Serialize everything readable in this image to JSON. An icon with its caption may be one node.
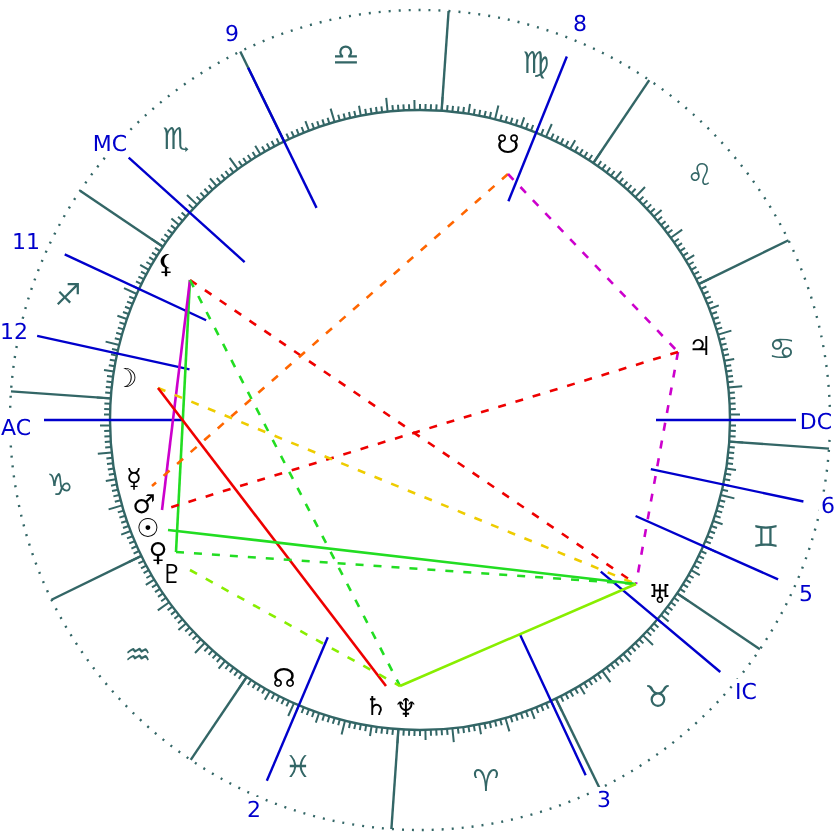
{
  "diagram": {
    "nodes": [
      {
        "text": [
          "⚸"
        ]
      },
      {
        "text": [
          "☋"
        ]
      },
      {
        "text": [
          "♃"
        ]
      },
      {
        "text": [
          "☽"
        ]
      },
      {
        "text": [
          "☿"
        ]
      },
      {
        "text": [
          "♂"
        ]
      },
      {
        "text": [
          "☉"
        ]
      },
      {
        "text": [
          "♀"
        ]
      },
      {
        "text": [
          "♇"
        ]
      },
      {
        "text": [
          "♅"
        ]
      },
      {
        "text": [
          "♄"
        ]
      },
      {
        "text": [
          "♆"
        ]
      }
    ],
    "edges": [
      {
        "from": 0,
        "to": 7,
        "arrow": "none",
        "color": "#22dd22"
      },
      {
        "from": 0,
        "to": 5,
        "arrow": "none",
        "color": "#cc00cc"
      },
      {
        "from": 0,
        "to": 9,
        "arrow": "none",
        "style": "dashed",
        "color": "#ee0000"
      },
      {
        "from": 0,
        "to": 11,
        "arrow": "none",
        "style": "dashed",
        "color": "#22dd22"
      },
      {
        "from": 1,
        "to": 4,
        "arrow": "none",
        "style": "dashed",
        "color": "#ff6600"
      },
      {
        "from": 1,
        "to": 2,
        "arrow": "none",
        "style": "dashed",
        "color": "#cc00cc"
      },
      {
        "from": 2,
        "to": 9,
        "arrow": "none",
        "style": "dashed",
        "color": "#cc00cc"
      },
      {
        "from": 2,
        "to": 5,
        "arrow": "none",
        "style": "dashed",
        "color": "#ee0000"
      },
      {
        "from": 3,
        "to": 9,
        "arrow": "none",
        "style": "dashed",
        "color": "#eecc00"
      },
      {
        "from": 3,
        "to": 10,
        "arrow": "none",
        "color": "#ee0000"
      },
      {
        "from": 6,
        "to": 9,
        "arrow": "none",
        "color": "#22dd22"
      },
      {
        "from": 7,
        "to": 9,
        "arrow": "none",
        "style": "dashed",
        "color": "#22dd22"
      },
      {
        "from": 8,
        "to": 11,
        "arrow": "none",
        "style": "dashed",
        "color": "#88ee00"
      },
      {
        "from": 11,
        "to": 9,
        "arrow": "none",
        "color": "#88ee00"
      }
    ],
    "labels": [
      "9",
      "8",
      "♎",
      "♍",
      "MC",
      "♏",
      "♌",
      "11",
      "♐",
      "12",
      "♋",
      "AC",
      "DC",
      "♑",
      "6",
      "♊",
      "5",
      "♒",
      "IC",
      "☊",
      "♉",
      "♓",
      "♈",
      "2",
      "3"
    ]
  }
}
